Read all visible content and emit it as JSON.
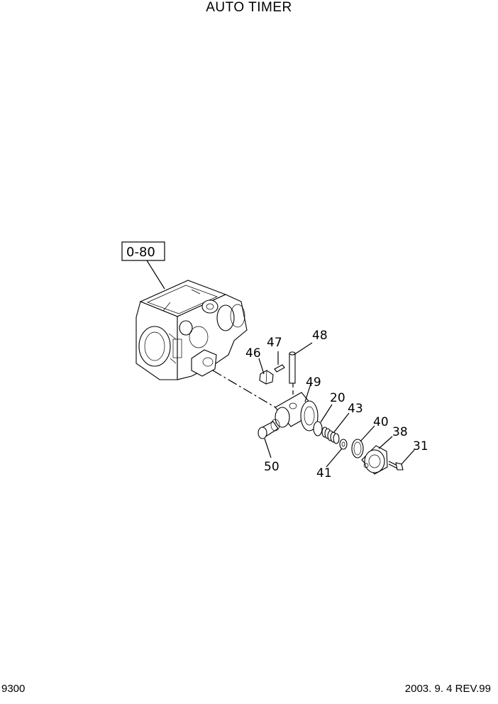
{
  "header": {
    "title": "AUTO TIMER"
  },
  "footer": {
    "page_code": "9300",
    "revision": "2003. 9. 4 REV.99"
  },
  "diagram": {
    "reference_box": "0-80",
    "callouts": {
      "c46": "46",
      "c47": "47",
      "c48": "48",
      "c49": "49",
      "c20": "20",
      "c43": "43",
      "c40": "40",
      "c38": "38",
      "c31": "31",
      "c41": "41",
      "c50": "50"
    }
  }
}
